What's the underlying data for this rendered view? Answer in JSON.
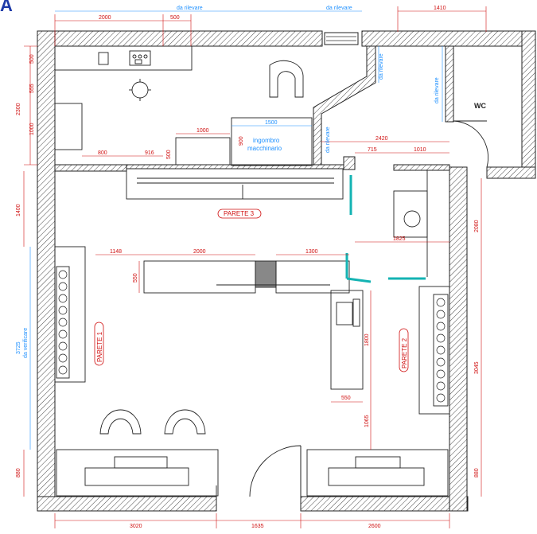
{
  "corner_mark": "A",
  "dims": {
    "top_2000": "2000",
    "top_500": "500",
    "top_da_rilevare_1": "da rilevare",
    "top_da_rilevare_2": "da rilevare",
    "top_1410": "1410",
    "left_500": "500",
    "left_555": "555",
    "left_1000": "1000",
    "left_2300": "2300",
    "left_1400": "1400",
    "left_3725": "3725",
    "left_da_verificare": "da verificare",
    "left_880": "880",
    "d_1000": "1000",
    "d_1500": "1500",
    "d_900": "900",
    "d_800": "800",
    "d_916": "916",
    "d_500": "500",
    "d_da_rilevare_a": "da rilevare",
    "d_da_rilevare_b": "da rilevare",
    "d_da_rilevare_c": "da rilevare",
    "d_2420": "2420",
    "d_715": "715",
    "d_1010": "1010",
    "d_2080": "2080",
    "d_1825": "1825",
    "d_1148": "1148",
    "d_2000_mid": "2000",
    "d_1300": "1300",
    "d_550_left": "550",
    "d_1800": "1800",
    "d_550_bottom": "550",
    "d_1065": "1065",
    "right_3045": "3045",
    "right_880": "880",
    "bottom_3020": "3020",
    "bottom_1635": "1635",
    "bottom_2600": "2600"
  },
  "labels": {
    "ingombro_line1": "ingombro",
    "ingombro_line2": "macchinario",
    "wc": "WC",
    "parete_1": "PARETE 1",
    "parete_2": "PARETE 2",
    "parete_3": "PARETE 3"
  },
  "colors": {
    "wall": "#222222",
    "dimension_red": "#d01010",
    "dimension_blue": "#1e90ff",
    "partition_teal": "#14b3b3",
    "accent_mark": "#1e3aa8"
  }
}
